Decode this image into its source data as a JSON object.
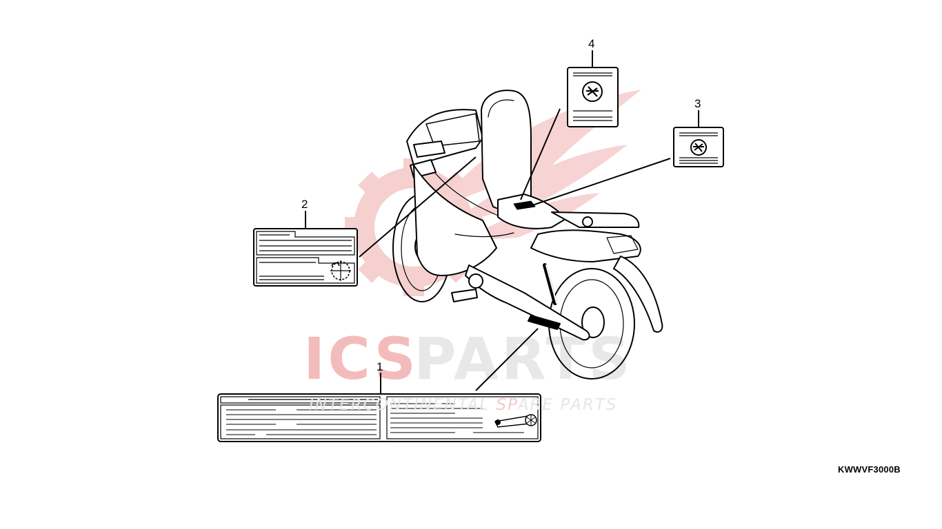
{
  "diagram": {
    "part_code": "KWWVF3000B",
    "callouts": [
      {
        "id": "1",
        "label": "1"
      },
      {
        "id": "2",
        "label": "2"
      },
      {
        "id": "3",
        "label": "3"
      },
      {
        "id": "4",
        "label": "4"
      }
    ]
  },
  "watermark": {
    "brand_red": "ICS",
    "brand_grey": "PARTS",
    "tagline_a": "INTERCONTINENTAL ",
    "tagline_b": "SP",
    "tagline_c": "ARE PARTS",
    "colors": {
      "red": "#f0b4b4",
      "grey": "#e8e8e8"
    }
  },
  "icons": [
    "motorcycle-illustration",
    "no-fire-symbol",
    "chain-tension-symbol",
    "swingarm-symbol"
  ]
}
